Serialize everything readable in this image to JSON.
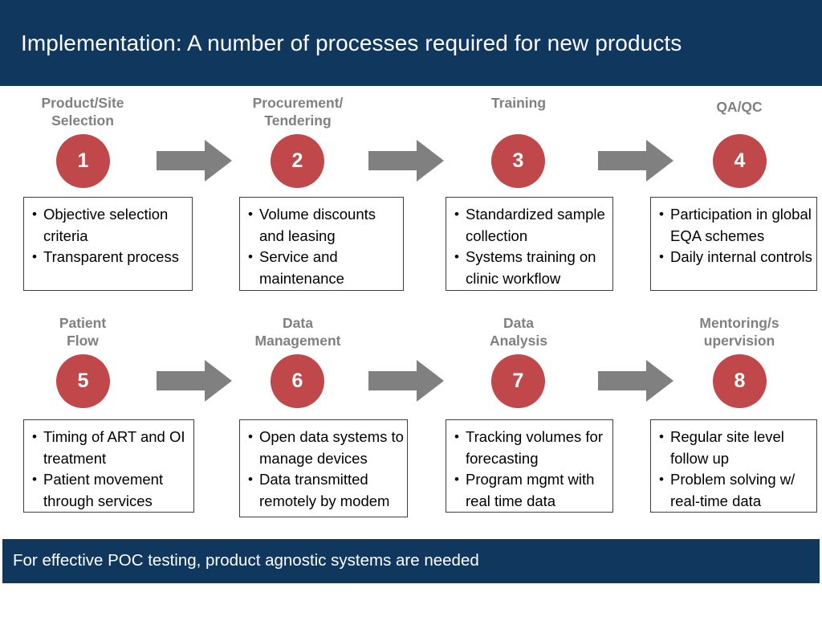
{
  "header": {
    "title": "Implementation: A number of processes required for new products",
    "background_color": "#10375e",
    "text_color": "#ffffff"
  },
  "theme": {
    "circle_color": "#c0484a",
    "arrow_color": "#808080",
    "label_color": "#808080",
    "box_border_color": "#3f3f3f",
    "banner_color": "#10375e"
  },
  "steps": [
    {
      "number": "1",
      "label": "Product/Site\nSelection",
      "bullets": [
        "Objective selection criteria",
        "Transparent process"
      ]
    },
    {
      "number": "2",
      "label": "Procurement/\nTendering",
      "bullets": [
        "Volume discounts and leasing",
        "Service and maintenance"
      ]
    },
    {
      "number": "3",
      "label": "Training",
      "bullets": [
        "Standardized sample collection",
        "Systems training on clinic workflow"
      ]
    },
    {
      "number": "4",
      "label": "QA/QC",
      "bullets": [
        "Participation in global EQA schemes",
        "Daily internal controls"
      ]
    },
    {
      "number": "5",
      "label": "Patient\nFlow",
      "bullets": [
        "Timing of ART and OI treatment",
        "Patient movement through services"
      ]
    },
    {
      "number": "6",
      "label": "Data\nManagement",
      "bullets": [
        "Open data systems to manage devices",
        "Data transmitted remotely by modem"
      ]
    },
    {
      "number": "7",
      "label": "Data\nAnalysis",
      "bullets": [
        "Tracking volumes for forecasting",
        "Program mgmt with real time data"
      ]
    },
    {
      "number": "8",
      "label": "Mentoring/s\nupervision",
      "bullets": [
        "Regular site level follow up",
        "Problem solving w/ real-time data"
      ]
    }
  ],
  "footer": {
    "text": "For effective POC testing, product agnostic systems are needed"
  }
}
